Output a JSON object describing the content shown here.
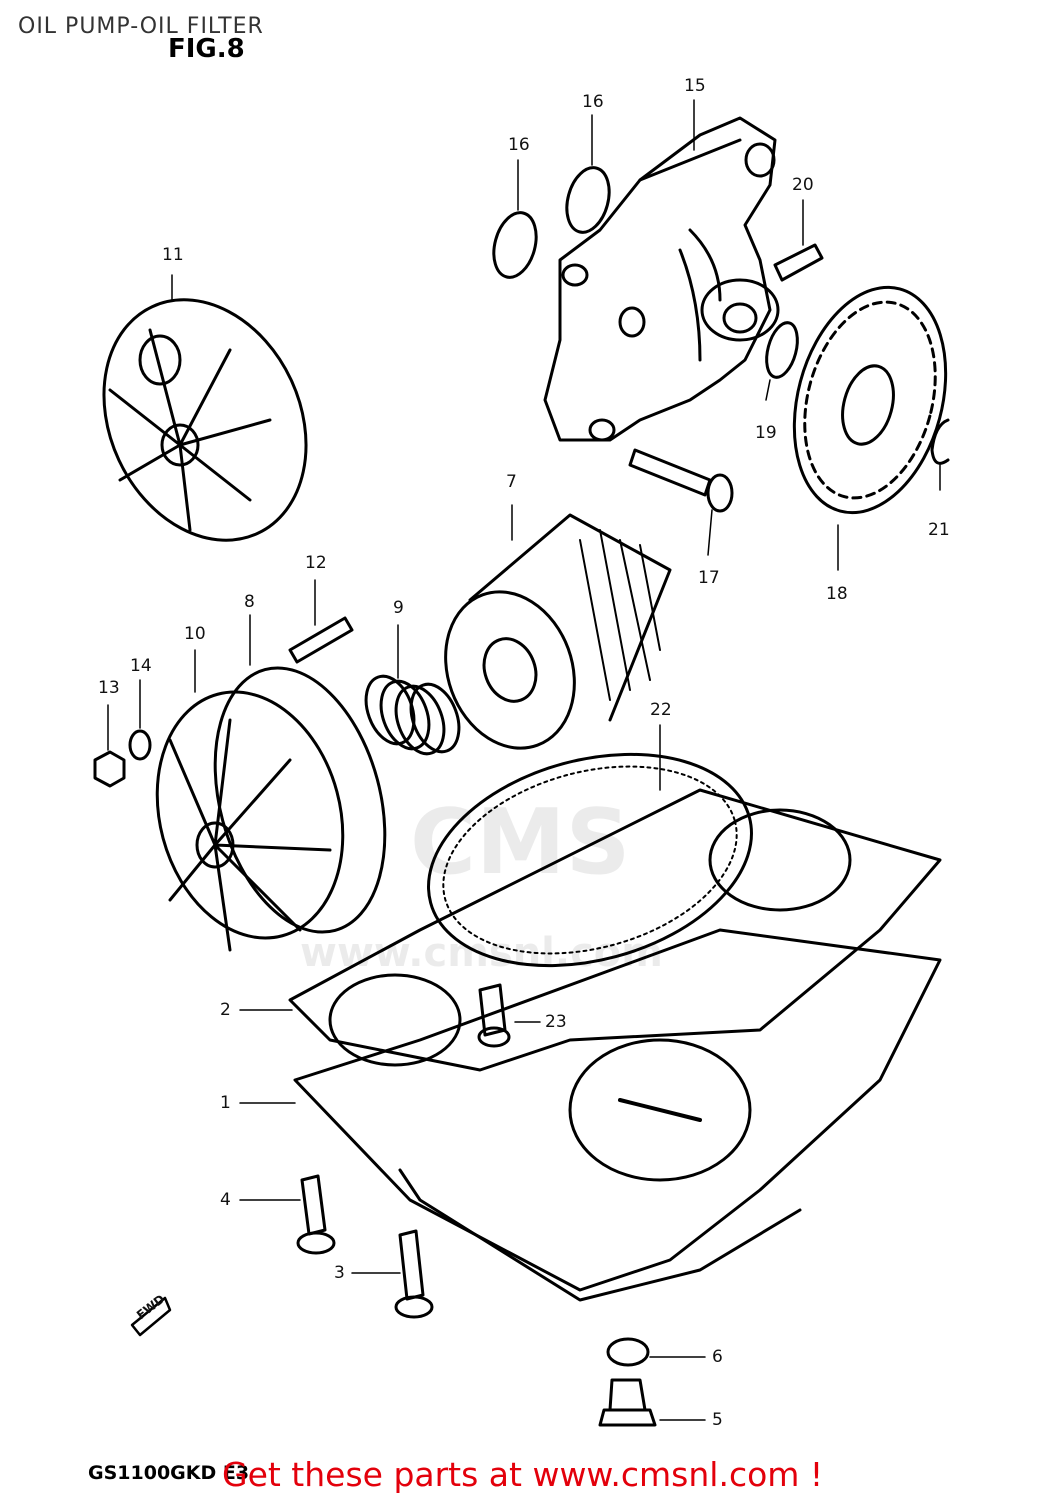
{
  "header": {
    "title": "OIL PUMP-OIL FILTER",
    "figure": "FIG.8"
  },
  "diagram": {
    "part_labels": {
      "p1": "1",
      "p2": "2",
      "p3": "3",
      "p4": "4",
      "p5": "5",
      "p6": "6",
      "p7": "7",
      "p8": "8",
      "p9": "9",
      "p10": "10",
      "p11": "11",
      "p12": "12",
      "p13": "13",
      "p14": "14",
      "p15": "15",
      "p16a": "16",
      "p16b": "16",
      "p17": "17",
      "p18": "18",
      "p19": "19",
      "p20": "20",
      "p21": "21",
      "p22": "22",
      "p23": "23"
    },
    "fwd_arrow": "FWD",
    "watermark": "CMS",
    "watermark_url": "www.cmsnl.com"
  },
  "footer": {
    "model_code": "GS1100GKD E3",
    "cta": "Get these parts at www.cmsnl.com !"
  }
}
